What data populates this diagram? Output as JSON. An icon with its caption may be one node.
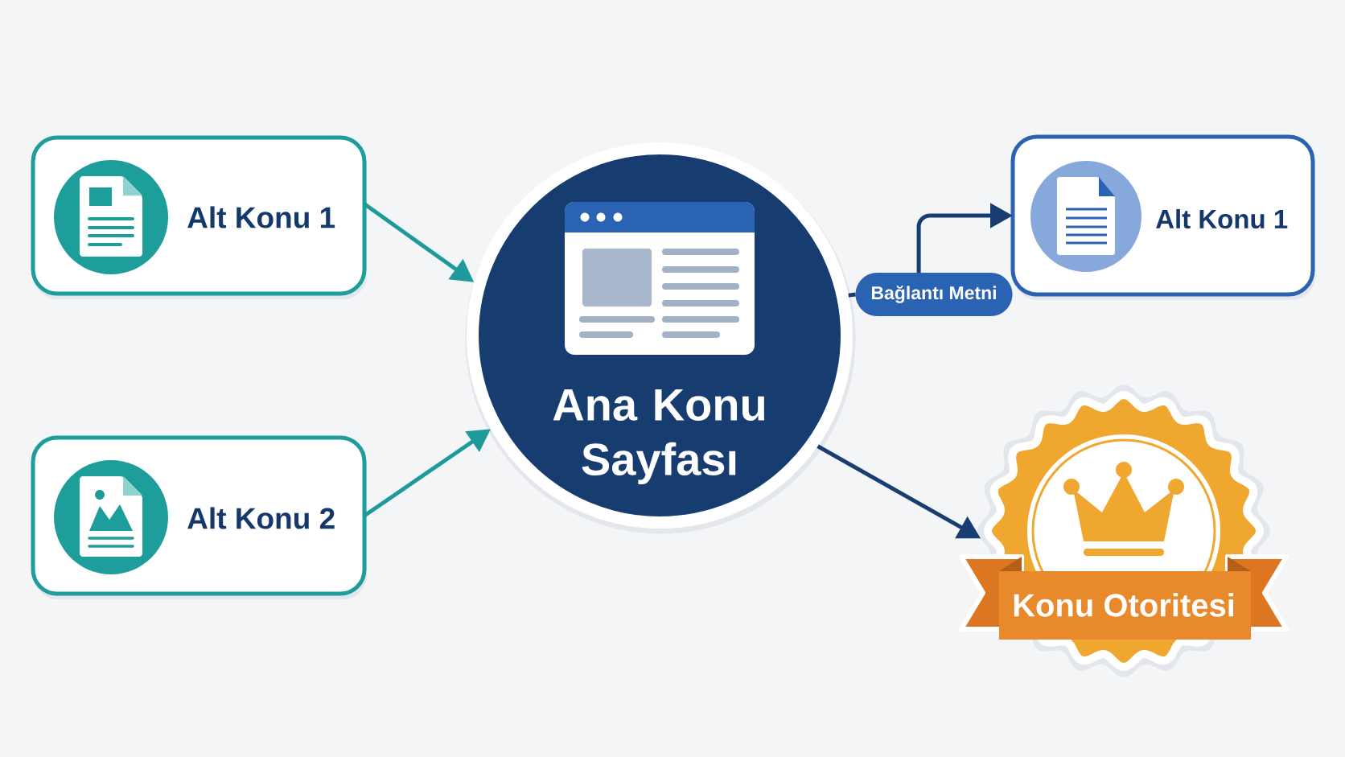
{
  "diagram": {
    "nodes": [
      {
        "text": [
          "Alt Konu 1"
        ]
      },
      {
        "text": [
          "Alt Konu 2"
        ]
      },
      {
        "text": [
          "Ana Konu Sayfası"
        ]
      },
      {
        "text": [
          "Bağlantı Metni"
        ]
      },
      {
        "text": [
          "Alt Konu 1"
        ]
      },
      {
        "text": [
          "Konu Otoritesi"
        ]
      }
    ],
    "edges": [
      {
        "from": 0,
        "to": 2,
        "arrow": "to",
        "color": "#1f9a9a"
      },
      {
        "from": 1,
        "to": 2,
        "arrow": "to",
        "color": "#1f9a9a"
      },
      {
        "from": 2,
        "to": 3,
        "arrow": "none"
      },
      {
        "from": 3,
        "to": 4,
        "arrow": "to"
      },
      {
        "from": 2,
        "to": 5,
        "arrow": "to"
      }
    ]
  }
}
